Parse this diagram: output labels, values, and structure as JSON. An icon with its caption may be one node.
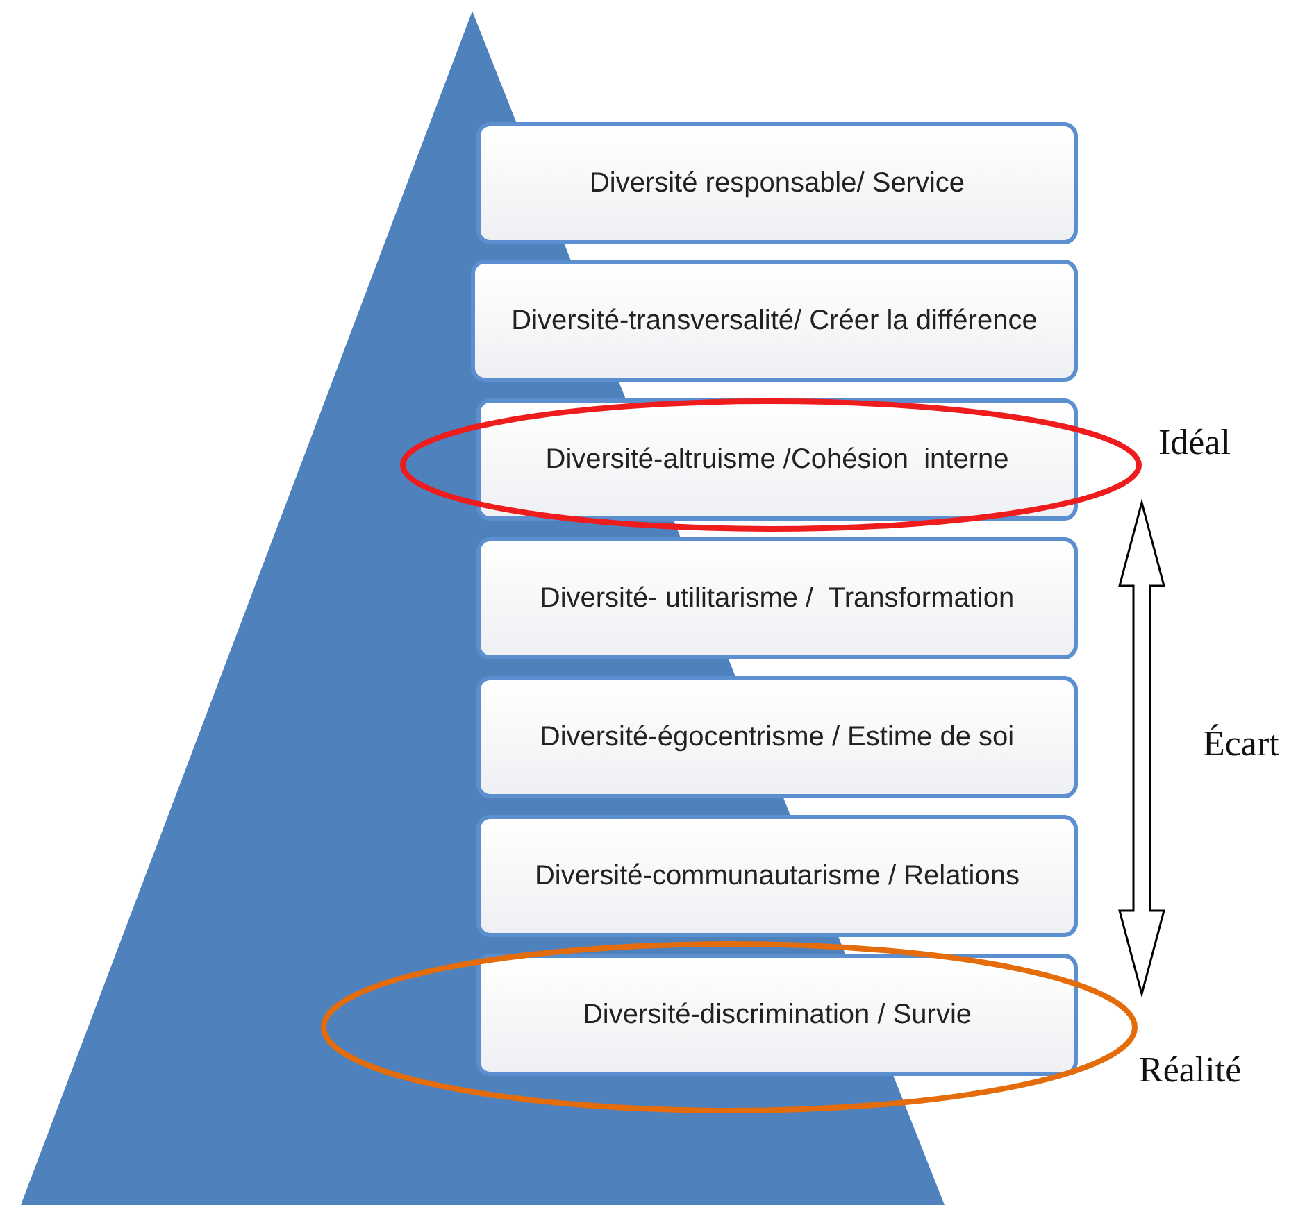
{
  "diagram": {
    "nodes": [
      {
        "text": [
          "Diversité responsable/ Service"
        ]
      },
      {
        "text": [
          "Diversité-transversalité/ Créer la différence"
        ]
      },
      {
        "text": [
          "Diversité-altruisme /Cohésion  interne"
        ]
      },
      {
        "text": [
          "Diversité- utilitarisme /  Transformation"
        ]
      },
      {
        "text": [
          "Diversité-égocentrisme / Estime de soi"
        ]
      },
      {
        "text": [
          "Diversité-communautarisme / Relations"
        ]
      },
      {
        "text": [
          "Diversité-discrimination / Survie"
        ]
      },
      {
        "text": [
          "Idéal"
        ]
      },
      {
        "text": [
          "Réalité"
        ]
      }
    ],
    "edges": [
      {
        "from": 8,
        "to": 7,
        "arrow": "both",
        "label": "Écart"
      }
    ]
  }
}
